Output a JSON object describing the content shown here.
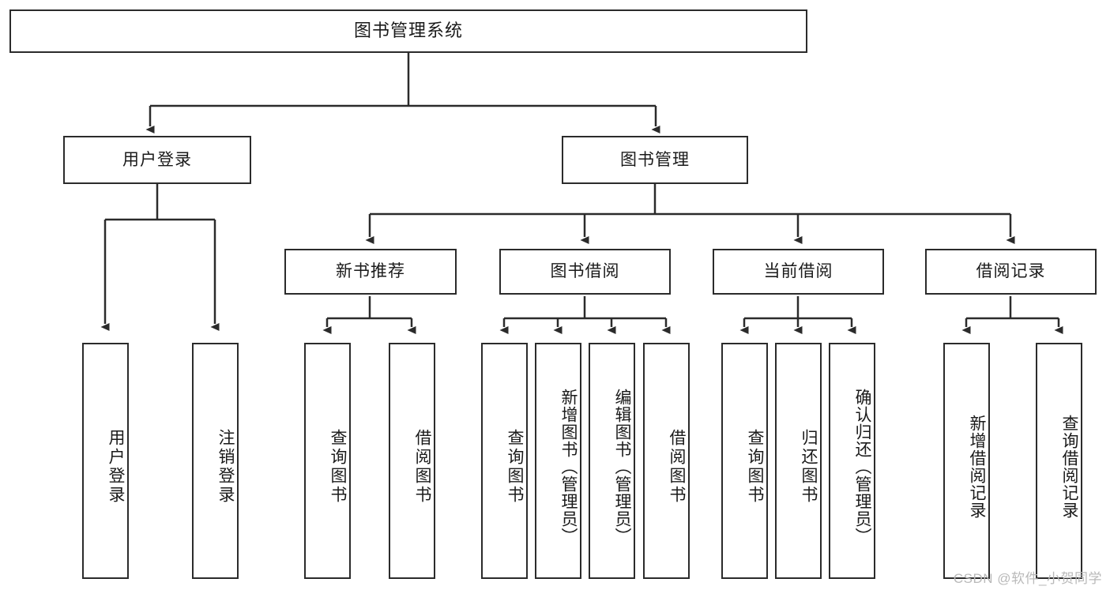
{
  "diagram": {
    "title": "图书管理系统",
    "type": "tree-hierarchy",
    "colors": {
      "box_border": "#2b2b2b",
      "box_fill": "#ffffff",
      "connector": "#2b2b2b",
      "text": "#1a1a1a",
      "watermark": "#b9b9b9"
    },
    "root": {
      "label": "图书管理系统"
    },
    "level2": [
      {
        "id": "user-login",
        "label": "用户登录"
      },
      {
        "id": "book-management",
        "label": "图书管理"
      }
    ],
    "level3": [
      {
        "id": "new-book-recommend",
        "label": "新书推荐"
      },
      {
        "id": "book-borrow",
        "label": "图书借阅"
      },
      {
        "id": "current-borrow",
        "label": "当前借阅"
      },
      {
        "id": "borrow-record",
        "label": "借阅记录"
      }
    ],
    "leaves": {
      "user_login": [
        {
          "id": "leaf-user-login",
          "label": "用户登录"
        },
        {
          "id": "leaf-logout-login",
          "label": "注销登录"
        }
      ],
      "new_book_recommend": [
        {
          "id": "leaf-query-book-1",
          "label": "查询图书"
        },
        {
          "id": "leaf-borrow-book-1",
          "label": "借阅图书"
        }
      ],
      "book_borrow": [
        {
          "id": "leaf-query-book-2",
          "label": "查询图书"
        },
        {
          "id": "leaf-add-book",
          "label": "新增图书（管理员）"
        },
        {
          "id": "leaf-edit-book",
          "label": "编辑图书（管理员）"
        },
        {
          "id": "leaf-borrow-book-2",
          "label": "借阅图书"
        }
      ],
      "current_borrow": [
        {
          "id": "leaf-query-book-3",
          "label": "查询图书"
        },
        {
          "id": "leaf-return-book",
          "label": "归还图书"
        },
        {
          "id": "leaf-confirm-return",
          "label": "确认归还（管理员）"
        }
      ],
      "borrow_record": [
        {
          "id": "leaf-add-borrow-record",
          "label": "新增借阅记录"
        },
        {
          "id": "leaf-query-borrow-record",
          "label": "查询借阅记录"
        }
      ]
    }
  },
  "watermark": {
    "text": "CSDN @软件_小贺同学"
  }
}
